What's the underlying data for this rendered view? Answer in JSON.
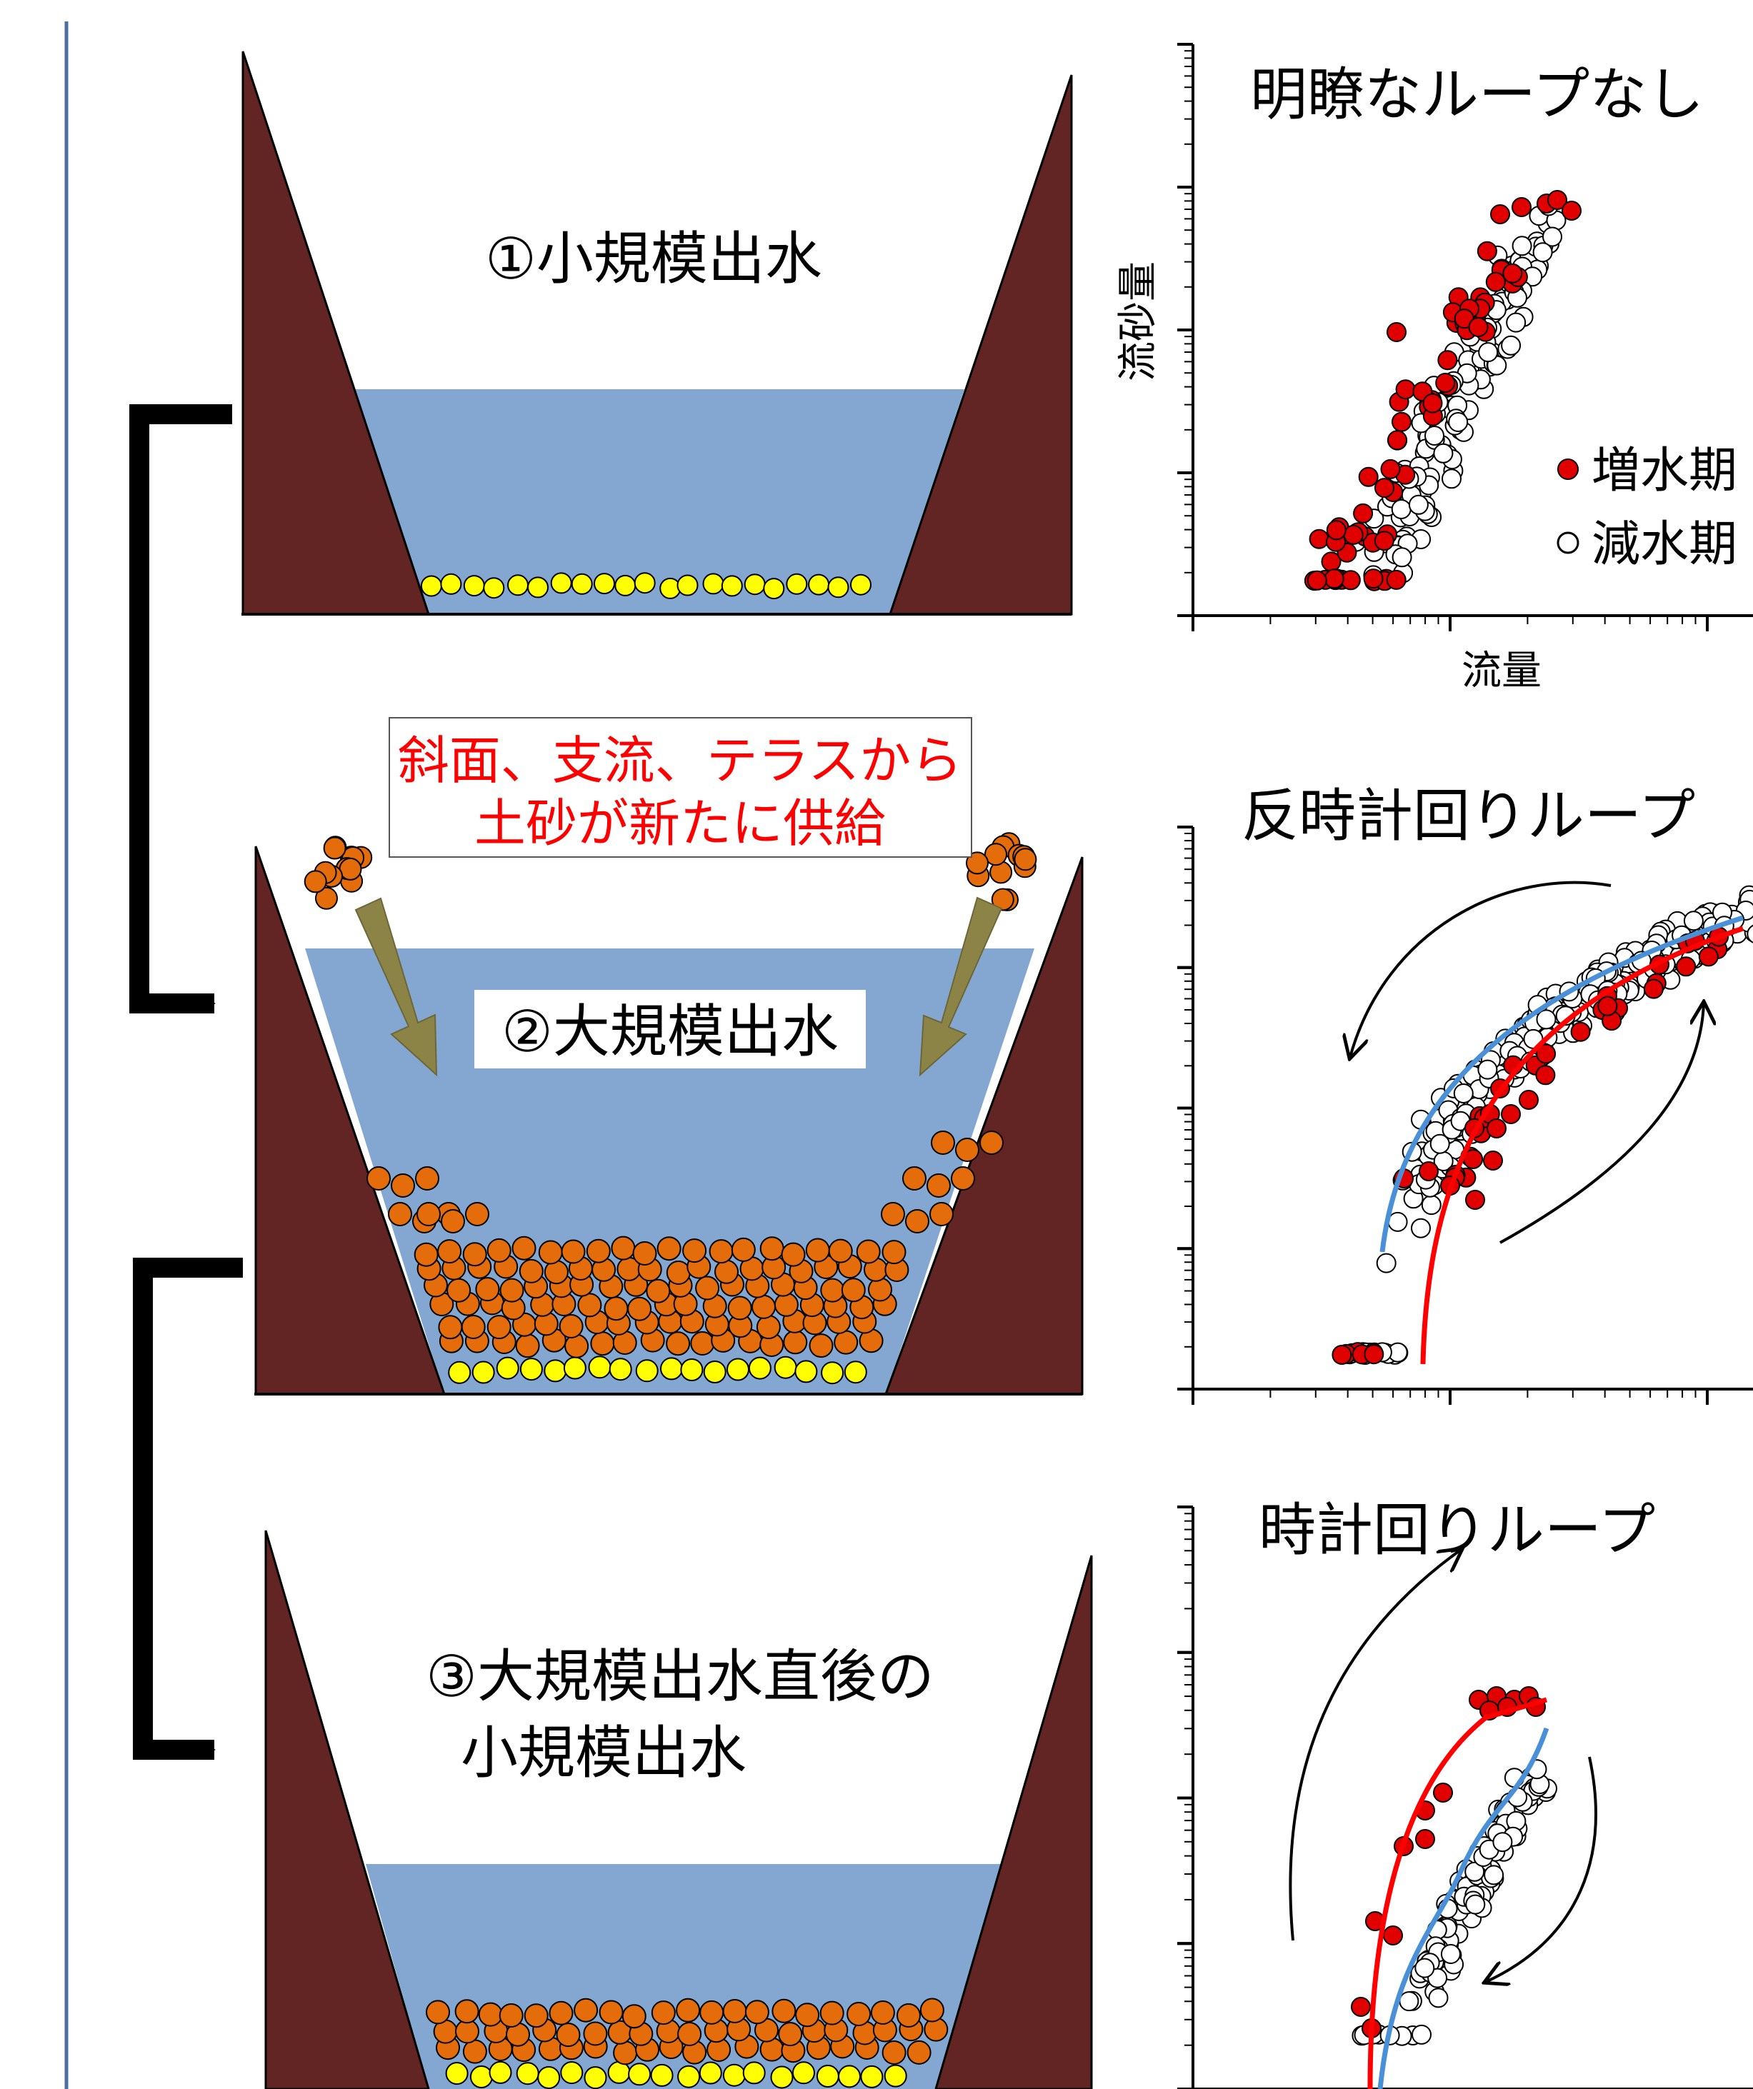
{
  "stages": [
    {
      "id": "small-flood",
      "label": "①小規模出水"
    },
    {
      "id": "large-flood",
      "label": "②大規模出水"
    },
    {
      "id": "after-large",
      "label_lines": [
        "③大規模出水直後の",
        "小規模出水"
      ]
    }
  ],
  "supply_note": {
    "lines": [
      "斜面、支流、テラスから",
      "土砂が新たに供給"
    ],
    "color": "#ff0000"
  },
  "colors": {
    "bank": "#632523",
    "water": "#84a7d1",
    "fine_sediment": "#ffff00",
    "coarse_sediment": "#e46c0a",
    "supply_arrow": "#8c8446",
    "rising_fit": "#ff0000",
    "falling_fit": "#4a90d9",
    "rising_point": "#e00000",
    "frame_line": "#4a6fa0"
  },
  "chart_data": [
    {
      "type": "scatter",
      "title": "明瞭なループなし",
      "xlabel": "流量",
      "ylabel": "流砂量",
      "x_scale": "log",
      "y_scale": "log",
      "pattern": "no-loop",
      "series": [
        {
          "name": "増水期",
          "marker": "filled-red-circle"
        },
        {
          "name": "減水期",
          "marker": "open-circle"
        }
      ]
    },
    {
      "type": "scatter",
      "title": "反時計回りループ",
      "x_scale": "log",
      "y_scale": "log",
      "pattern": "counter-clockwise-loop",
      "fits": [
        {
          "series": "増水期",
          "color": "red"
        },
        {
          "series": "減水期",
          "color": "blue"
        }
      ]
    },
    {
      "type": "scatter",
      "title": "時計回りループ",
      "x_scale": "log",
      "y_scale": "log",
      "pattern": "clockwise-loop",
      "fits": [
        {
          "series": "増水期",
          "color": "red"
        },
        {
          "series": "減水期",
          "color": "blue"
        }
      ]
    }
  ]
}
